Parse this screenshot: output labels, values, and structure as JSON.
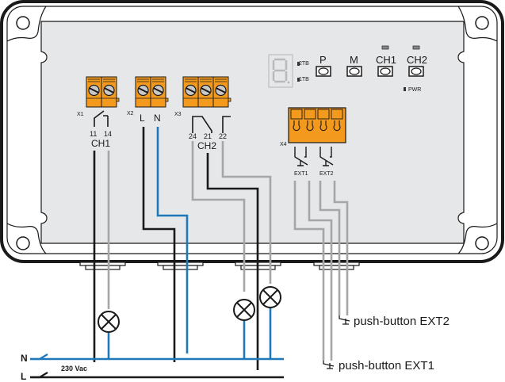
{
  "panel": {
    "display_labels": {
      "tb2": "2TB",
      "tb1": "1TB"
    },
    "buttons": [
      {
        "id": "p",
        "label": "P",
        "led": false
      },
      {
        "id": "m",
        "label": "M",
        "led": false
      },
      {
        "id": "ch1",
        "label": "CH1",
        "led": true
      },
      {
        "id": "ch2",
        "label": "CH2",
        "led": true
      }
    ],
    "pwr_label": "PWR"
  },
  "terminals": {
    "x1": {
      "name": "X1",
      "pins": [
        "11",
        "14"
      ],
      "channel": "CH1"
    },
    "x2": {
      "name": "X2",
      "pins": [
        "L",
        "N"
      ]
    },
    "x3": {
      "name": "X3",
      "pins": [
        "24",
        "21",
        "22"
      ],
      "channel": "CH2"
    },
    "x4": {
      "name": "X4",
      "inputs": [
        "EXT1",
        "EXT2"
      ]
    }
  },
  "mains": {
    "n_label": "N",
    "l_label": "L",
    "voltage": "230 Vac"
  },
  "pushbuttons": {
    "ext2": "push-button EXT2",
    "ext1": "push-button EXT1"
  },
  "colors": {
    "live": "#1a1a1a",
    "neutral": "#1f78b8",
    "signal": "#a6a6a6",
    "terminal": "#f39a1e",
    "panel": "#e6e7e8",
    "outline": "#1a1a1a"
  }
}
